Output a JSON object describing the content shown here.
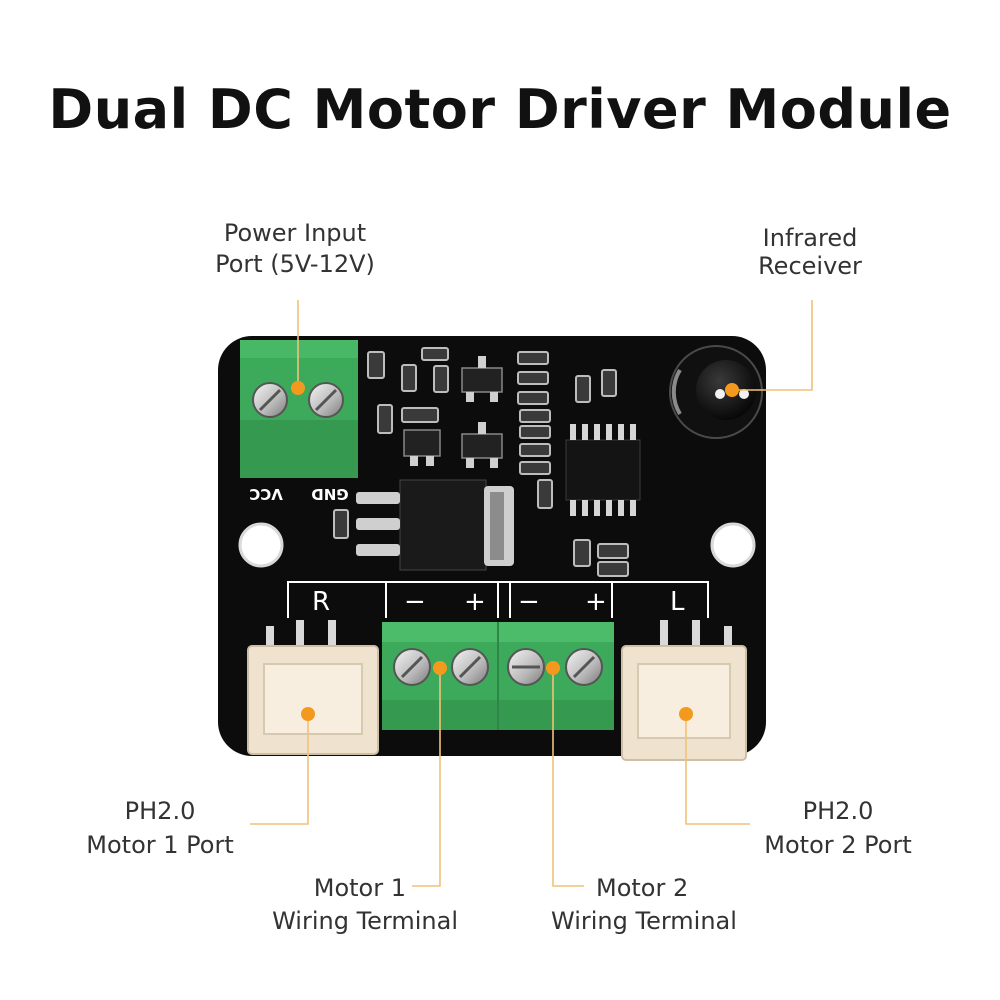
{
  "title": "Dual DC Motor Driver Module",
  "callouts": {
    "power_input": [
      "Power Input",
      "Port (5V-12V)"
    ],
    "infrared": [
      "Infrared",
      "Receiver"
    ],
    "motor1_port": [
      "PH2.0",
      "Motor 1 Port"
    ],
    "motor2_port": [
      "PH2.0",
      "Motor 2 Port"
    ],
    "motor1_terminal": [
      "Motor 1",
      "Wiring Terminal"
    ],
    "motor2_terminal": [
      "Motor 2",
      "Wiring Terminal"
    ]
  },
  "silkscreen": {
    "vcc": "VCC",
    "gnd": "GND",
    "right": "R",
    "left": "L",
    "minus": "−",
    "plus": "+"
  },
  "colors": {
    "board": "#0c0c0c",
    "terminal_green": "#3daa5b",
    "connector_cream": "#efe3cf",
    "callout_line": "#f0c27a",
    "callout_dot": "#f39a1e"
  }
}
